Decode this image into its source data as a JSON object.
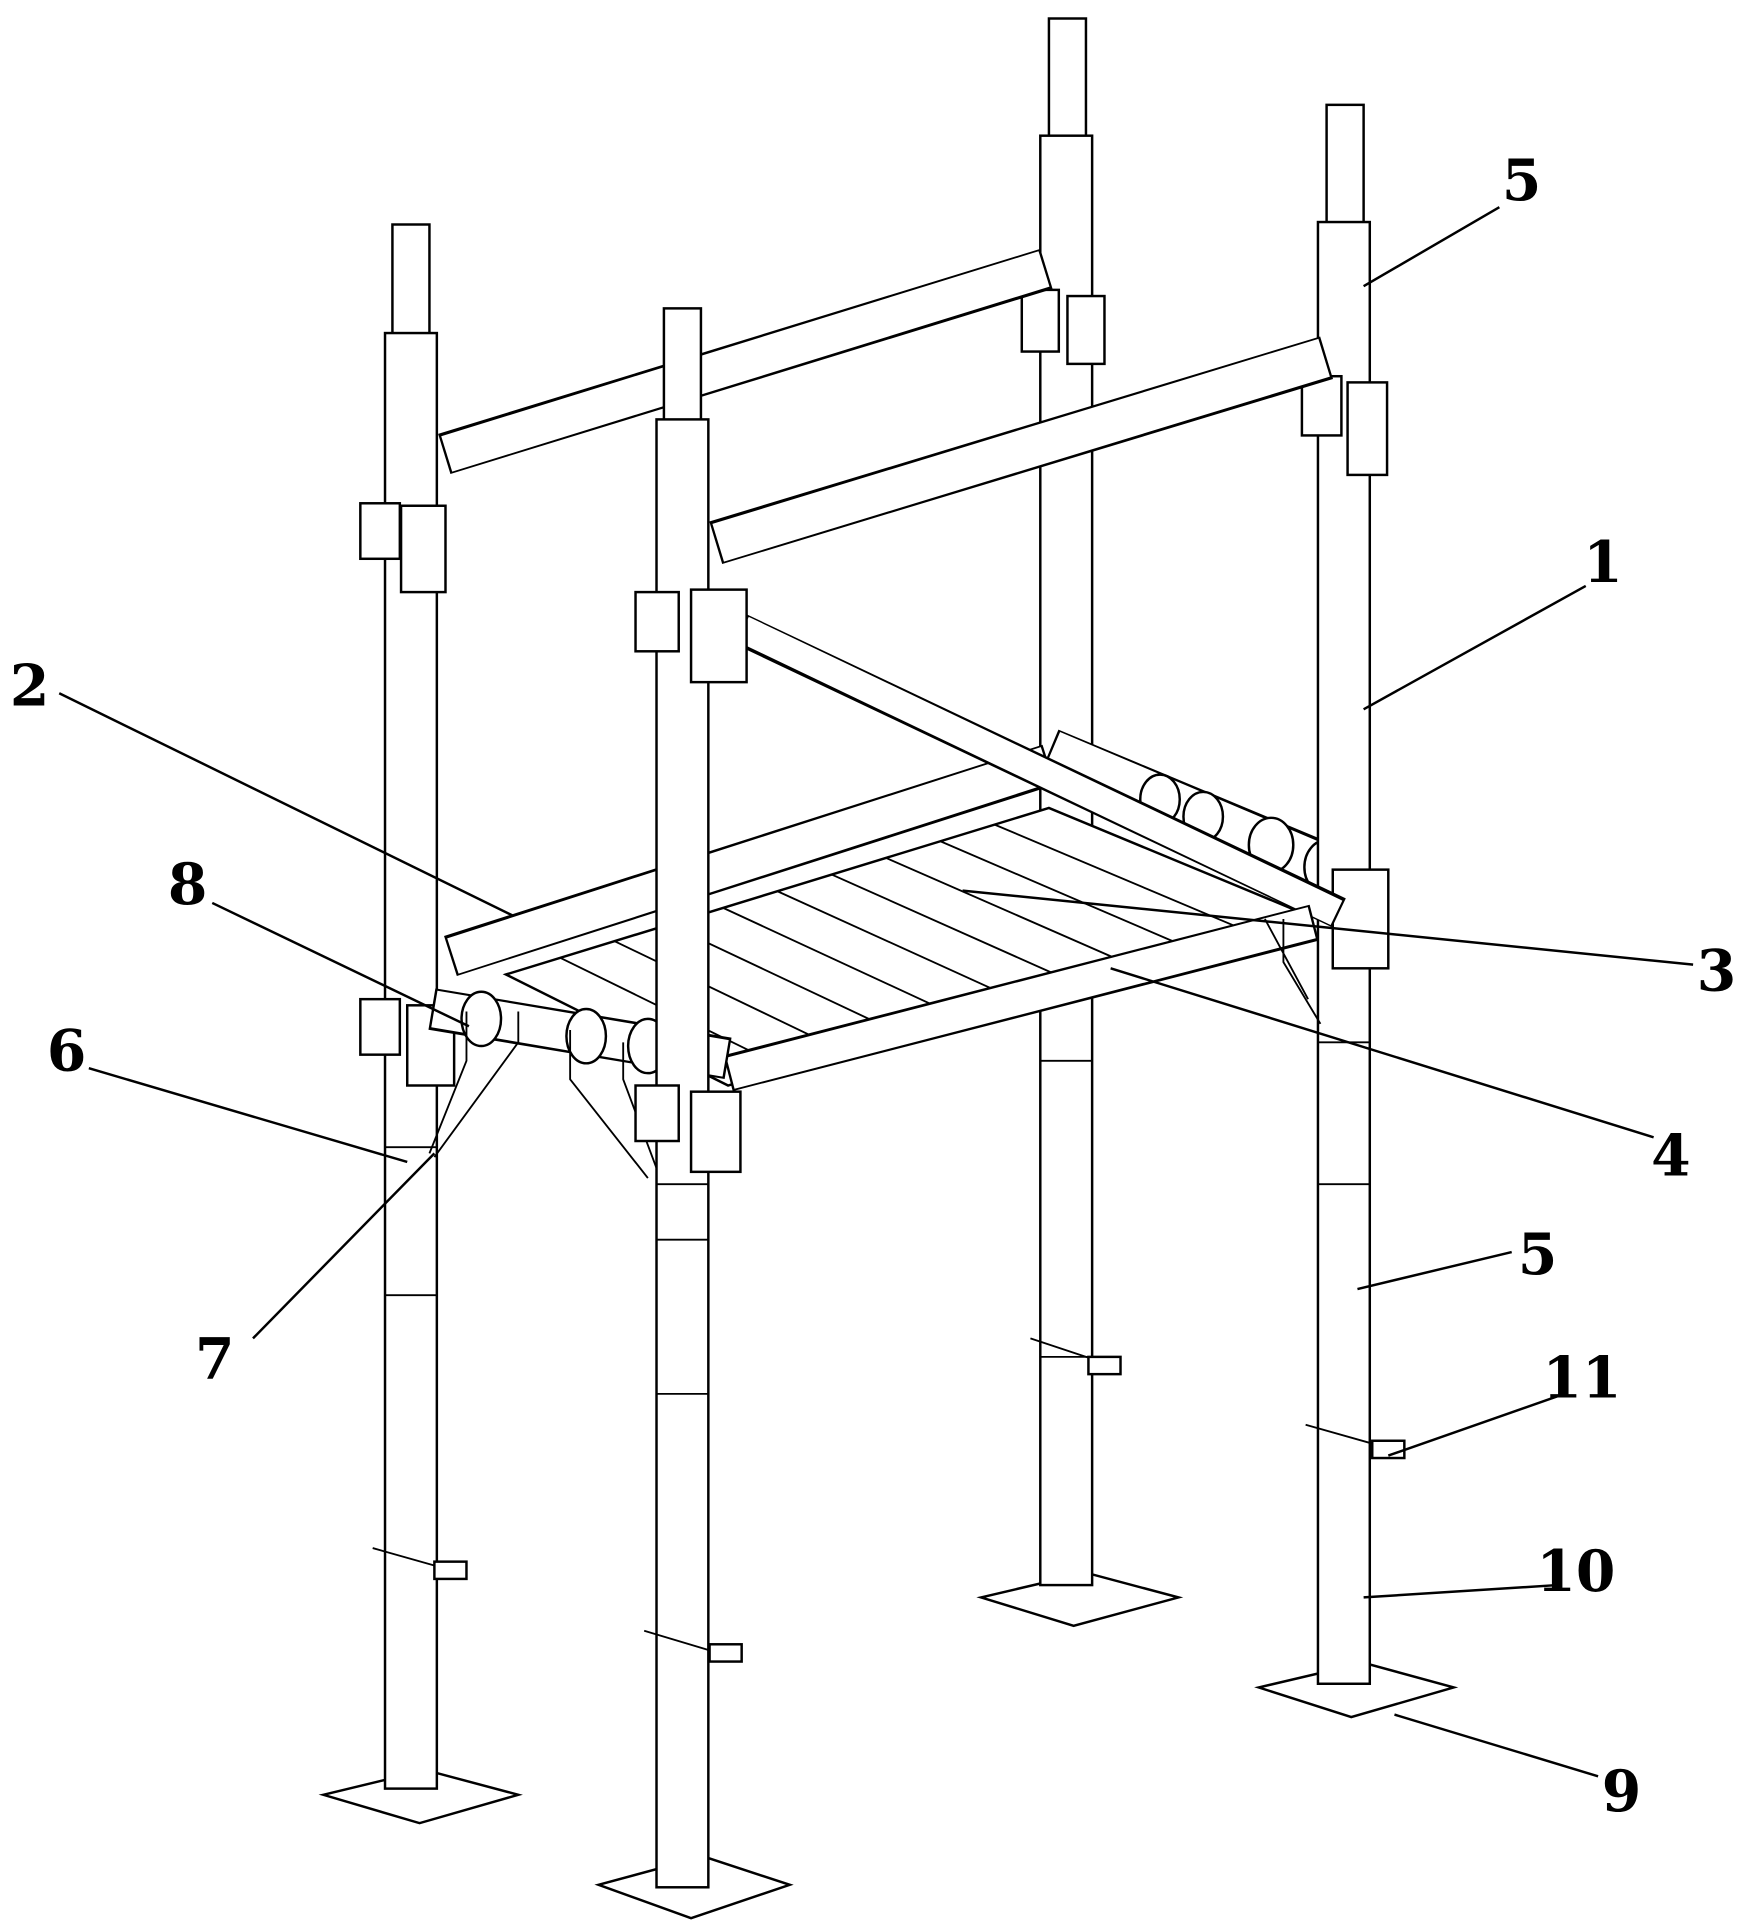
{
  "figure": {
    "callouts": [
      {
        "id": "1",
        "text": "1"
      },
      {
        "id": "2",
        "text": "2"
      },
      {
        "id": "3",
        "text": "3"
      },
      {
        "id": "4",
        "text": "4"
      },
      {
        "id": "5a",
        "text": "5"
      },
      {
        "id": "5b",
        "text": "5"
      },
      {
        "id": "6",
        "text": "6"
      },
      {
        "id": "7",
        "text": "7"
      },
      {
        "id": "8",
        "text": "8"
      },
      {
        "id": "9",
        "text": "9"
      },
      {
        "id": "10",
        "text": "10"
      },
      {
        "id": "11",
        "text": "11"
      }
    ]
  }
}
